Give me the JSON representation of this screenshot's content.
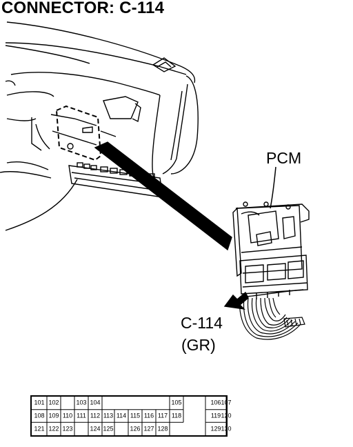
{
  "title": "CONNECTOR: C-114",
  "labels": {
    "component": "PCM",
    "connector": "C-114",
    "wire_color": "(GR)"
  },
  "pin_table": {
    "rows": [
      [
        "101",
        "102",
        "",
        "103",
        "104",
        "",
        "",
        "",
        "",
        "",
        "105",
        "",
        "106",
        "107"
      ],
      [
        "108",
        "109",
        "110",
        "111",
        "112",
        "113",
        "114",
        "115",
        "116",
        "117",
        "118",
        "",
        "119",
        "120"
      ],
      [
        "121",
        "122",
        "123",
        "",
        "124",
        "125",
        "",
        "126",
        "127",
        "128",
        "",
        "",
        "129",
        "130"
      ]
    ]
  }
}
